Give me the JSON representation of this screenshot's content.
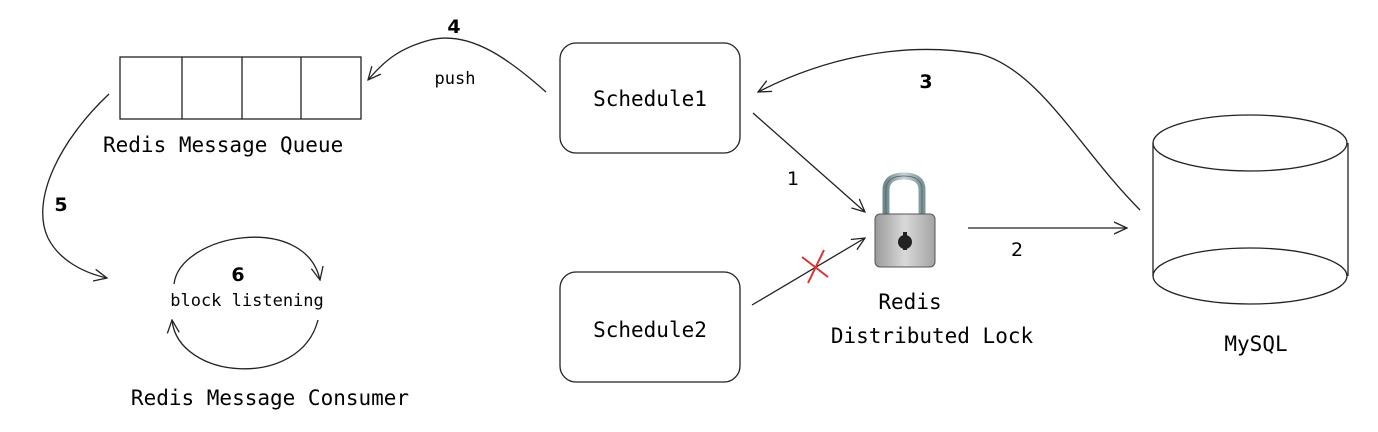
{
  "nodes": {
    "queue": {
      "label": "Redis Message Queue"
    },
    "consumer": {
      "label": "Redis Message Consumer",
      "inner_label": "block listening"
    },
    "schedule1": {
      "label": "Schedule1"
    },
    "schedule2": {
      "label": "Schedule2"
    },
    "lock": {
      "label_line1": "Redis",
      "label_line2": "Distributed Lock"
    },
    "mysql": {
      "label": "MySQL"
    }
  },
  "edges": {
    "push": {
      "step": "4",
      "label": "push"
    },
    "lock_acquire": {
      "step": "1"
    },
    "lock_to_db": {
      "step": "2"
    },
    "db_to_schedule": {
      "step": "3"
    },
    "queue_to_consumer": {
      "step": "5"
    },
    "consumer_loop": {
      "step": "6"
    }
  },
  "colors": {
    "line": "#222222",
    "blocked_mark": "#e03030",
    "lock_body": "#b9b9b9",
    "lock_shackle": "#8fa6aa"
  }
}
